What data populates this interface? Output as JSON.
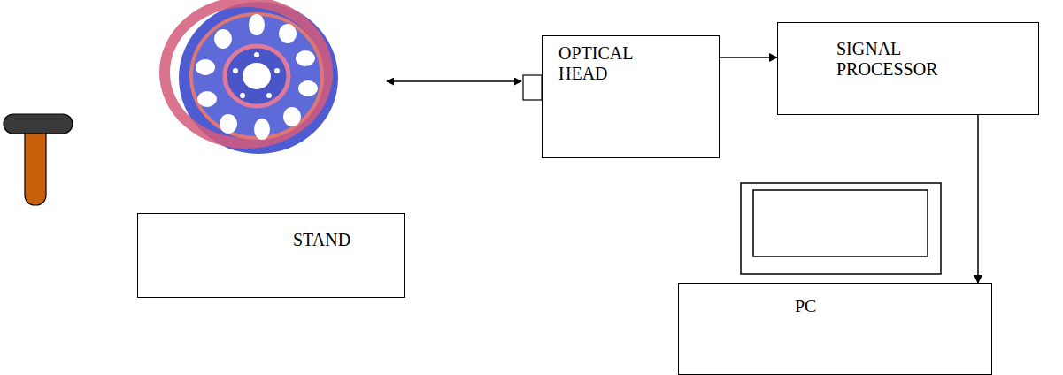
{
  "diagram": {
    "nodes": [
      {
        "text": [
          "STAND"
        ]
      },
      {
        "text": [
          "OPTICAL HEAD"
        ]
      },
      {
        "text": [
          "SIGNAL PROCESSOR"
        ]
      },
      {
        "text": [
          "PC"
        ]
      }
    ],
    "edges": [
      {
        "from": 1,
        "to": 2,
        "arrow": "to"
      },
      {
        "from": 2,
        "to": 3,
        "arrow": "to"
      }
    ]
  }
}
